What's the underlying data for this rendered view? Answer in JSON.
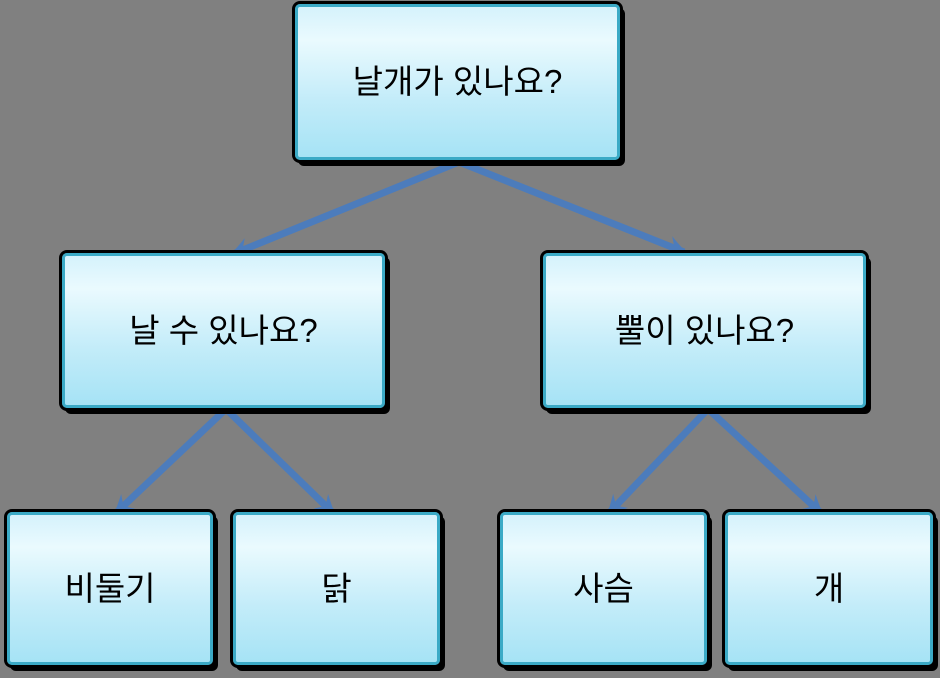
{
  "diagram": {
    "type": "decision-tree",
    "colors": {
      "background": "#808080",
      "node_border": "#3baac6",
      "node_outline": "#000000",
      "node_fill_top": "#d5f2fc",
      "node_fill_bottom": "#a6e3f5",
      "arrow": "#4c7cbc",
      "text": "#000000"
    },
    "nodes": {
      "root": {
        "label": "날개가 있나요?",
        "role": "question"
      },
      "left": {
        "label": "날 수 있나요?",
        "role": "question"
      },
      "right": {
        "label": "뿔이 있나요?",
        "role": "question"
      },
      "leaf1": {
        "label": "비둘기",
        "role": "answer"
      },
      "leaf2": {
        "label": "닭",
        "role": "answer"
      },
      "leaf3": {
        "label": "사슴",
        "role": "answer"
      },
      "leaf4": {
        "label": "개",
        "role": "answer"
      }
    },
    "edges": [
      {
        "from": "root",
        "to": "left"
      },
      {
        "from": "root",
        "to": "right"
      },
      {
        "from": "left",
        "to": "leaf1"
      },
      {
        "from": "left",
        "to": "leaf2"
      },
      {
        "from": "right",
        "to": "leaf3"
      },
      {
        "from": "right",
        "to": "leaf4"
      }
    ]
  }
}
